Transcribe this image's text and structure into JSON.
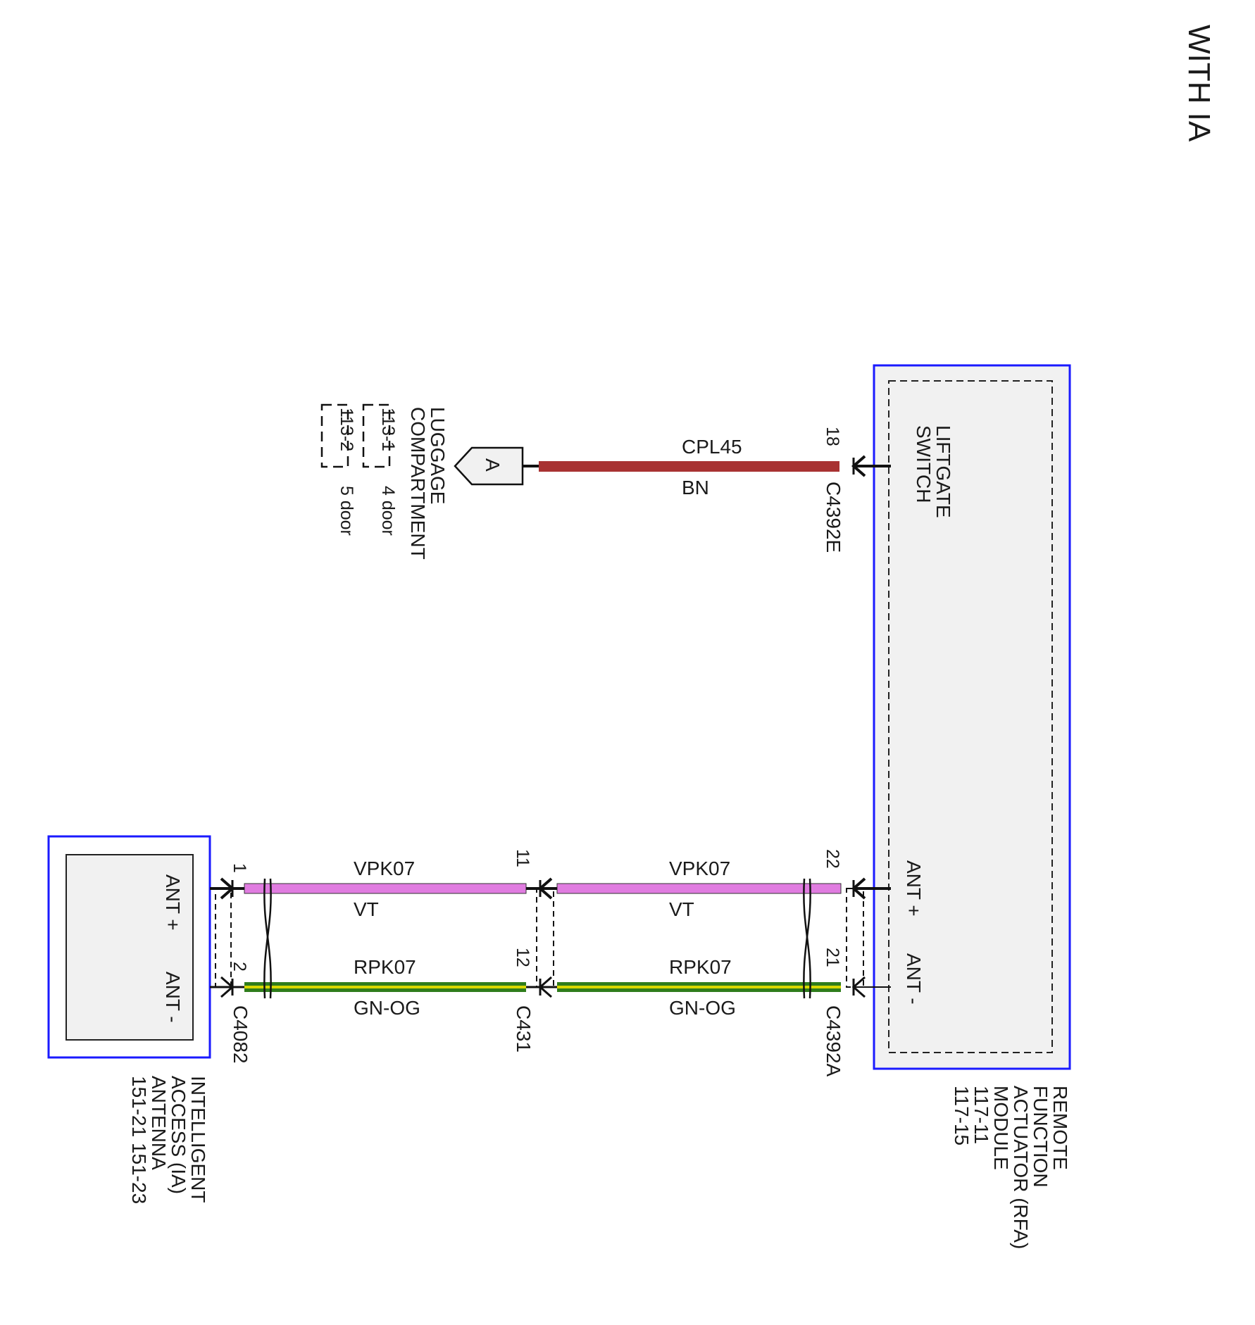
{
  "title": "WITH IA",
  "colors": {
    "module_border": "#1a1aff",
    "module_fill": "#f1f1f1",
    "wire_bn": "#a83232",
    "wire_vt": "#e07ce0",
    "wire_gn_og_outer": "#2f7d1c",
    "wire_gn_og_inner": "#d8d800"
  },
  "rfa_module": {
    "label_lines": [
      "REMOTE",
      "FUNCTION",
      "ACTUATOR (RFA)",
      "MODULE",
      "117-11",
      "117-15"
    ],
    "inner_label_lines": [
      "LIFTGATE",
      "SWITCH"
    ],
    "pin_ant_plus": "ANT +",
    "pin_ant_minus": "ANT -"
  },
  "ia_antenna": {
    "label_lines": [
      "INTELLIGENT",
      "ACCESS (IA)",
      "ANTENNA"
    ],
    "refs": "151-21   151-23",
    "pin_ant_plus": "ANT +",
    "pin_ant_minus": "ANT -"
  },
  "liftgate_circuit": {
    "pin": "18",
    "connector": "C4392E",
    "circuit": "CPL45",
    "color_code": "BN",
    "reference_arrow": "A"
  },
  "luggage_compartment": {
    "label_lines": [
      "LUGGAGE",
      "COMPARTMENT"
    ],
    "refs": [
      {
        "ref": "113-1",
        "note": "4 door"
      },
      {
        "ref": "113-2",
        "note": "5 door"
      }
    ]
  },
  "antenna_circuits": {
    "plus": {
      "module_pin": "22",
      "inline_pin": "11",
      "antenna_pin": "1",
      "circuit": "VPK07",
      "color_code": "VT"
    },
    "minus": {
      "module_pin": "21",
      "inline_pin": "12",
      "antenna_pin": "2",
      "circuit": "RPK07",
      "color_code": "GN-OG"
    }
  },
  "connectors": {
    "module": "C4392A",
    "inline": "C431",
    "antenna": "C4082"
  }
}
